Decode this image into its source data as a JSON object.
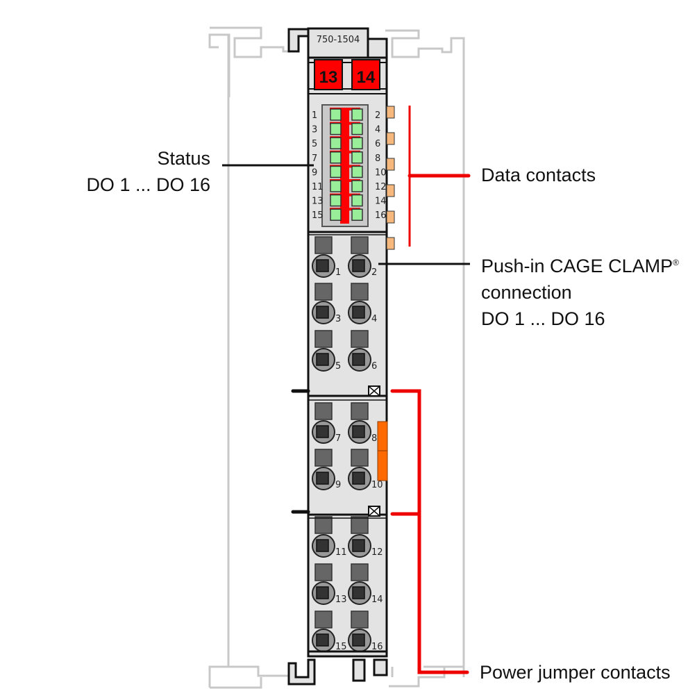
{
  "module": {
    "model_number": "750-1504",
    "marker_labels": [
      "13",
      "14"
    ],
    "colors": {
      "housing": "#e3e3e3",
      "outline": "#111111",
      "rail": "#c8c8c8",
      "marker": "#ff0000",
      "led": "#99ee99",
      "led_bar": "#ff0000",
      "data_contact": "#f6b87c",
      "power_jumper": "#ff6a00",
      "callout_red": "#ee0000",
      "callout_black": "#111111"
    },
    "leds": {
      "left_numbers": [
        "1",
        "3",
        "5",
        "7",
        "9",
        "11",
        "13",
        "15"
      ],
      "right_numbers": [
        "2",
        "4",
        "6",
        "8",
        "10",
        "12",
        "14",
        "16"
      ]
    },
    "terminals": {
      "rows": [
        [
          "1",
          "2"
        ],
        [
          "3",
          "4"
        ],
        [
          "5",
          "6"
        ],
        [
          "7",
          "8"
        ],
        [
          "9",
          "10"
        ],
        [
          "11",
          "12"
        ],
        [
          "13",
          "14"
        ],
        [
          "15",
          "16"
        ]
      ]
    }
  },
  "callouts": {
    "status": {
      "line1": "Status",
      "line2": "DO 1 ... DO 16"
    },
    "data_contacts": {
      "label": "Data contacts"
    },
    "push_in": {
      "line1": "Push-in CAGE CLAMP",
      "registered": "®",
      "line2": "connection",
      "line3": "DO 1 ... DO 16"
    },
    "power_jumper": {
      "label": "Power jumper contacts"
    }
  }
}
